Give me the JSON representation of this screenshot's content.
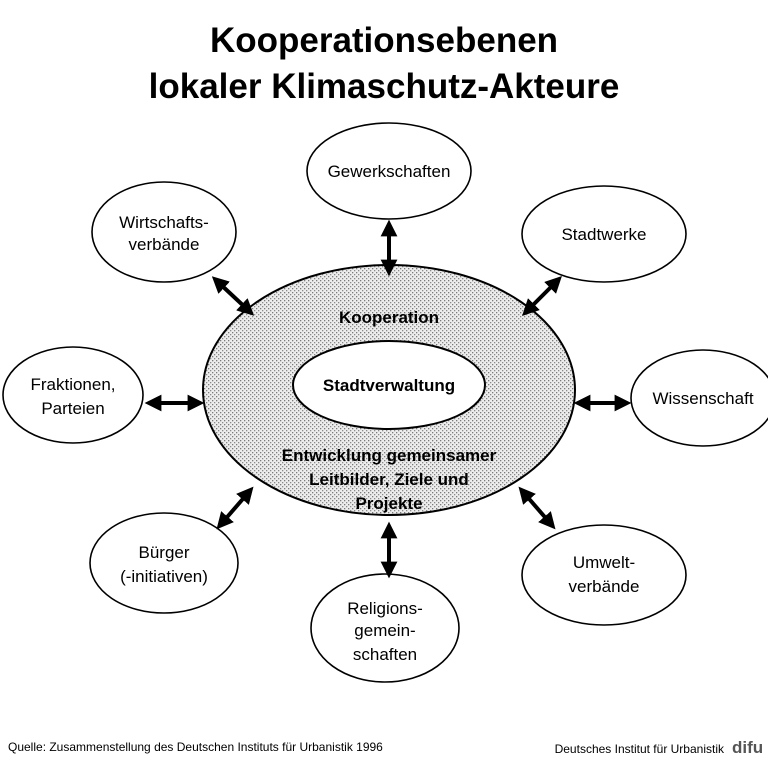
{
  "title": {
    "line1": "Kooperationsebenen",
    "line2": "lokaler Klimaschutz-Akteure"
  },
  "center": {
    "outer_label": "Kooperation",
    "inner_label": "Stadtverwaltung",
    "bottom_lines": [
      "Entwicklung gemeinsamer",
      "Leitbilder, Ziele und",
      "Projekte"
    ]
  },
  "actors": {
    "gewerkschaften": [
      "Gewerkschaften"
    ],
    "wirtschaftsverbaende": [
      "Wirtschafts-",
      "verbände"
    ],
    "stadtwerke": [
      "Stadtwerke"
    ],
    "fraktionen": [
      "Fraktionen,",
      "Parteien"
    ],
    "wissenschaft": [
      "Wissenschaft"
    ],
    "buerger": [
      "Bürger",
      "(-initiativen)"
    ],
    "umweltverbaende": [
      "Umwelt-",
      "verbände"
    ],
    "religionsgemeinschaften": [
      "Religions-",
      "gemein-",
      "schaften"
    ]
  },
  "footer": {
    "source": "Quelle: Zusammenstellung des Deutschen Instituts für Urbanistik 1996",
    "institute": "Deutsches Institut für Urbanistik",
    "logo_text": "difu"
  }
}
